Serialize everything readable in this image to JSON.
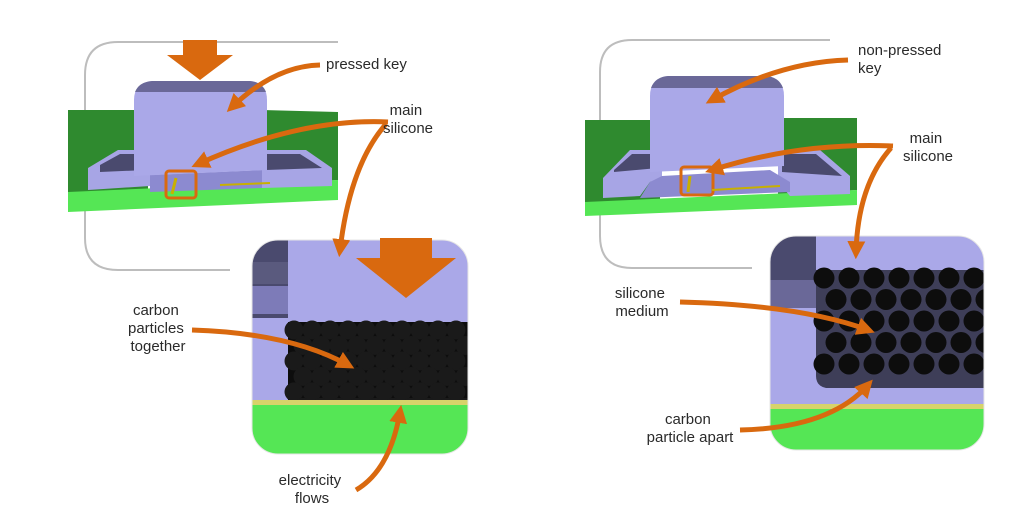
{
  "left_panel": {
    "pressed_key_label": "pressed key",
    "main_silicone_label": [
      "main",
      "silicone"
    ],
    "carbon_together_label": [
      "carbon",
      "particles",
      "together"
    ],
    "electricity_label": [
      "electricity",
      "flows"
    ]
  },
  "right_panel": {
    "non_pressed_key_label": [
      "non-pressed",
      "key"
    ],
    "main_silicone_label": [
      "main",
      "silicone"
    ],
    "silicone_medium_label": [
      "silicone",
      "medium"
    ],
    "carbon_apart_label": [
      "carbon",
      "particle apart"
    ]
  },
  "colors": {
    "arrow": "#d9690f",
    "key": "#aaa8e8",
    "key_dark": "#4a4a6e",
    "board": "#2f8a2f",
    "conductor": "#55e655",
    "carbon": "#0d0d0d"
  }
}
